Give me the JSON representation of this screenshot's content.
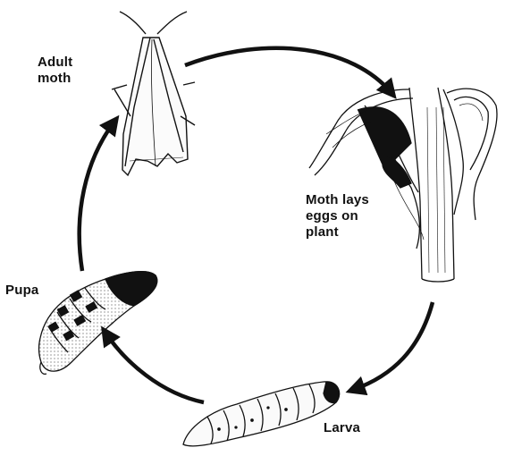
{
  "labels": {
    "adult": [
      "Adult",
      "moth"
    ],
    "eggs": [
      "Moth lays",
      "eggs on",
      "plant"
    ],
    "pupa": [
      "Pupa"
    ],
    "larva": [
      "Larva"
    ]
  },
  "colors": {
    "ink": "#111111",
    "paper": "#ffffff",
    "shade": "#e8e8e8"
  }
}
